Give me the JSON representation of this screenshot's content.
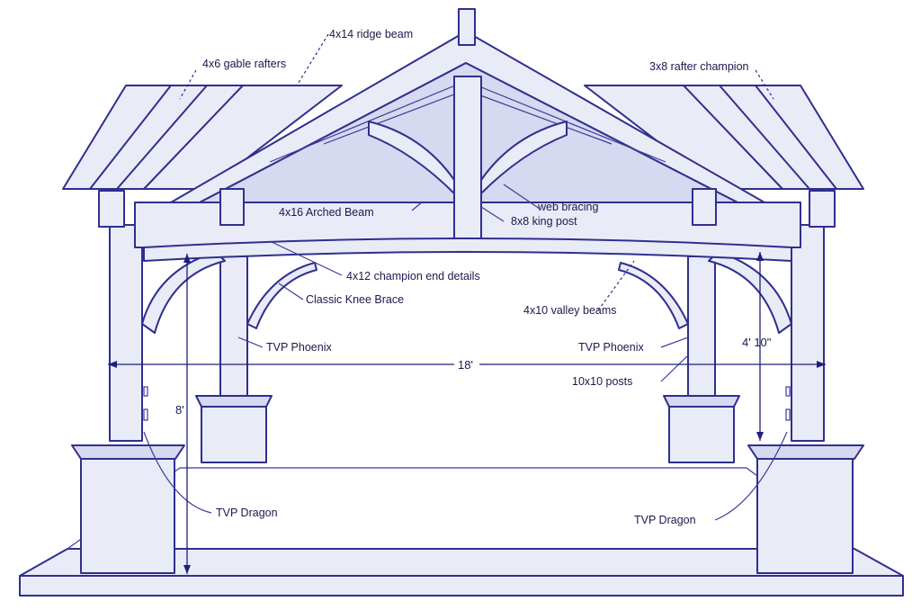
{
  "labels": {
    "ridge_beam": "4x14 ridge beam",
    "gable_rafters": "4x6 gable rafters",
    "rafter_champion": "3x8 rafter champion",
    "web_bracing": "web bracing",
    "arched_beam": "4x16 Arched Beam",
    "king_post": "8x8 king post",
    "champion_end": "4x12 champion end details",
    "knee_brace": "Classic Knee Brace",
    "valley_beams": "4x10 valley beams",
    "phoenix_left": "TVP Phoenix",
    "phoenix_right": "TVP Phoenix",
    "posts": "10x10 posts",
    "dragon_left": "TVP Dragon",
    "dragon_right": "TVP Dragon"
  },
  "dimensions": {
    "width": "18'",
    "height": "8'",
    "clearance": "4' 10\""
  },
  "colors": {
    "line": "#2f2f8f",
    "fill": "#e9ebf7"
  }
}
